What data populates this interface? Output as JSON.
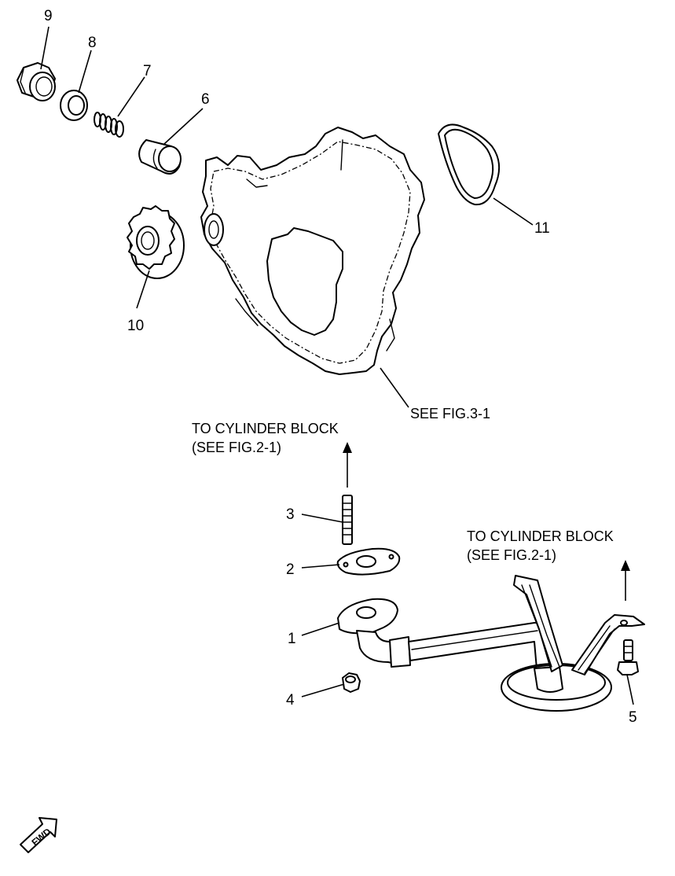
{
  "callouts": {
    "c1": "1",
    "c2": "2",
    "c3": "3",
    "c4": "4",
    "c5": "5",
    "c6": "6",
    "c7": "7",
    "c8": "8",
    "c9": "9",
    "c10": "10",
    "c11": "11"
  },
  "references": {
    "see_fig_3_1": "SEE FIG.3-1",
    "to_block_left_line1": "TO CYLINDER BLOCK",
    "to_block_left_line2": "(SEE FIG.2-1)",
    "to_block_right_line1": "TO CYLINDER BLOCK",
    "to_block_right_line2": "(SEE FIG.2-1)"
  },
  "direction": {
    "fwd": "FWD"
  }
}
